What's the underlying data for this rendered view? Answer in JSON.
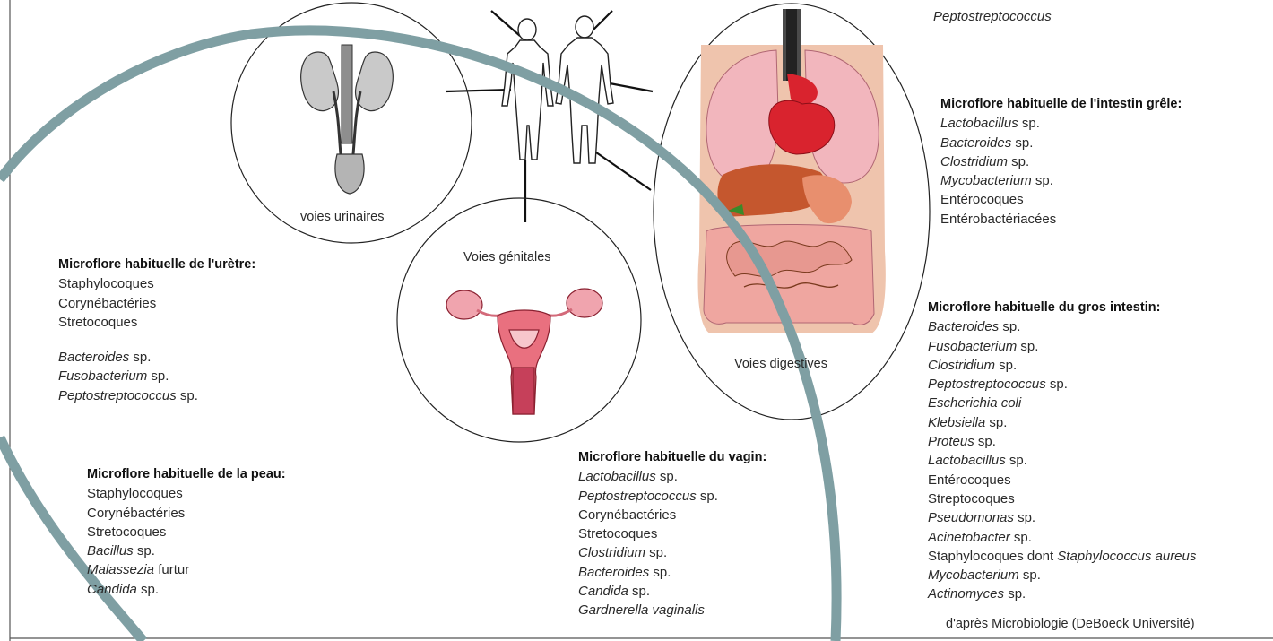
{
  "top_item": "Peptostreptococcus",
  "labels": {
    "urinary": "voies urinaires",
    "genital": "Voies génitales",
    "digestive": "Voies digestives"
  },
  "small_intestine": {
    "title": "Microflore habituelle de l'intestin grêle:",
    "items": [
      {
        "name": "Lactobacillus",
        "suffix": " sp."
      },
      {
        "name": "Bacteroides",
        "suffix": " sp."
      },
      {
        "name": "Clostridium",
        "suffix": " sp."
      },
      {
        "name": "Mycobacterium",
        "suffix": " sp."
      },
      {
        "plain": "Entérocoques"
      },
      {
        "plain": "Entérobactériacées"
      }
    ]
  },
  "urethra": {
    "title": "Microflore habituelle de l'urètre:",
    "items_a": [
      "Staphylocoques",
      "Corynébactéries",
      "Stretocoques"
    ],
    "items_b": [
      {
        "name": "Bacteroides",
        "suffix": " sp."
      },
      {
        "name": "Fusobacterium",
        "suffix": " sp."
      },
      {
        "name": "Peptostreptococcus",
        "suffix": " sp."
      }
    ]
  },
  "large_intestine": {
    "title": "Microflore habituelle du gros intestin:",
    "items": [
      {
        "name": "Bacteroides",
        "suffix": " sp."
      },
      {
        "name": "Fusobacterium",
        "suffix": " sp."
      },
      {
        "name": "Clostridium",
        "suffix": " sp."
      },
      {
        "name": "Peptostreptococcus",
        "suffix": " sp."
      },
      {
        "name": "Escherichia coli",
        "suffix": ""
      },
      {
        "name": "Klebsiella",
        "suffix": " sp."
      },
      {
        "name": "Proteus",
        "suffix": " sp."
      },
      {
        "name": "Lactobacillus",
        "suffix": " sp."
      },
      {
        "plain": "Entérocoques"
      },
      {
        "plain": "Streptocoques"
      },
      {
        "name": "Pseudomonas",
        "suffix": " sp."
      },
      {
        "name": "Acinetobacter",
        "suffix": " sp."
      },
      {
        "prefix": "Staphylocoques dont ",
        "name": "Staphylococcus aureus",
        "suffix": ""
      },
      {
        "name": "Mycobacterium",
        "suffix": " sp."
      },
      {
        "name": "Actinomyces",
        "suffix": " sp."
      }
    ]
  },
  "skin": {
    "title": "Microflore habituelle de la peau:",
    "items": [
      {
        "plain": "Staphylocoques"
      },
      {
        "plain": "Corynébactéries"
      },
      {
        "plain": "Stretocoques"
      },
      {
        "name": "Bacillus",
        "suffix": " sp."
      },
      {
        "name": "Malassezia",
        "suffix": " furtur"
      },
      {
        "name": "Candida",
        "suffix": " sp."
      }
    ]
  },
  "vagina": {
    "title": "Microflore habituelle du vagin:",
    "items": [
      {
        "name": "Lactobacillus",
        "suffix": " sp."
      },
      {
        "name": "Peptostreptococcus",
        "suffix": " sp."
      },
      {
        "plain": "Corynébactéries"
      },
      {
        "plain": "Stretocoques"
      },
      {
        "name": "Clostridium",
        "suffix": " sp."
      },
      {
        "name": "Bacteroides",
        "suffix": " sp."
      },
      {
        "name": "Candida",
        "suffix": " sp."
      },
      {
        "name": "Gardnerella vaginalis",
        "suffix": ""
      }
    ]
  },
  "source": "d'après Microbiologie (DeBoeck Université)",
  "colors": {
    "skin_arc": "#7f9fa3",
    "organ_pink": "#f2b6bd",
    "organ_red": "#d9232e",
    "torso_bg": "#efc4ad",
    "liver": "#c5572e"
  }
}
